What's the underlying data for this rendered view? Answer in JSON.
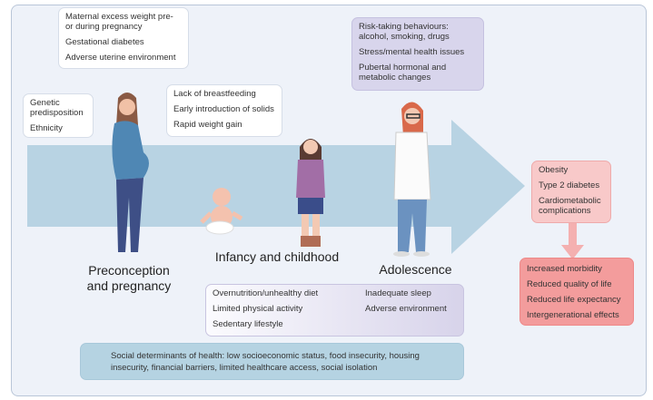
{
  "maternal_box": [
    "Maternal excess weight pre- or during pregnancy",
    "Gestational diabetes",
    "Adverse uterine environment"
  ],
  "genetic_box": [
    "Genetic predisposition",
    "Ethnicity"
  ],
  "infancy_box": [
    "Lack of breastfeeding",
    "Early introduction of solids",
    "Rapid weight gain"
  ],
  "adolescence_box": [
    "Risk-taking behaviours: alcohol, smoking, drugs",
    "Stress/mental health issues",
    "Pubertal hormonal and metabolic changes"
  ],
  "stages": {
    "preconception": "Preconception and pregnancy",
    "infancy": "Infancy and childhood",
    "adolescence": "Adolescence"
  },
  "lifestyle_box": {
    "left": [
      "Overnutrition/unhealthy diet",
      "Limited physical activity",
      "Sedentary lifestyle"
    ],
    "right": [
      "Inadequate sleep",
      "Adverse environment"
    ]
  },
  "social_box": "Social determinants of health: low socioeconomic status, food insecurity, housing insecurity, financial barriers, limited healthcare access, social isolation",
  "outcomes_box": [
    "Obesity",
    "Type 2 diabetes",
    "Cardiometabolic complications"
  ],
  "consequences_box": [
    "Increased morbidity",
    "Reduced quality of life",
    "Reduced life expectancy",
    "Intergenerational effects"
  ],
  "colors": {
    "arrow": "#b8d3e3",
    "purple": "#d8d5ec",
    "pink": "#f8c9c9",
    "red": "#f39c9c"
  }
}
